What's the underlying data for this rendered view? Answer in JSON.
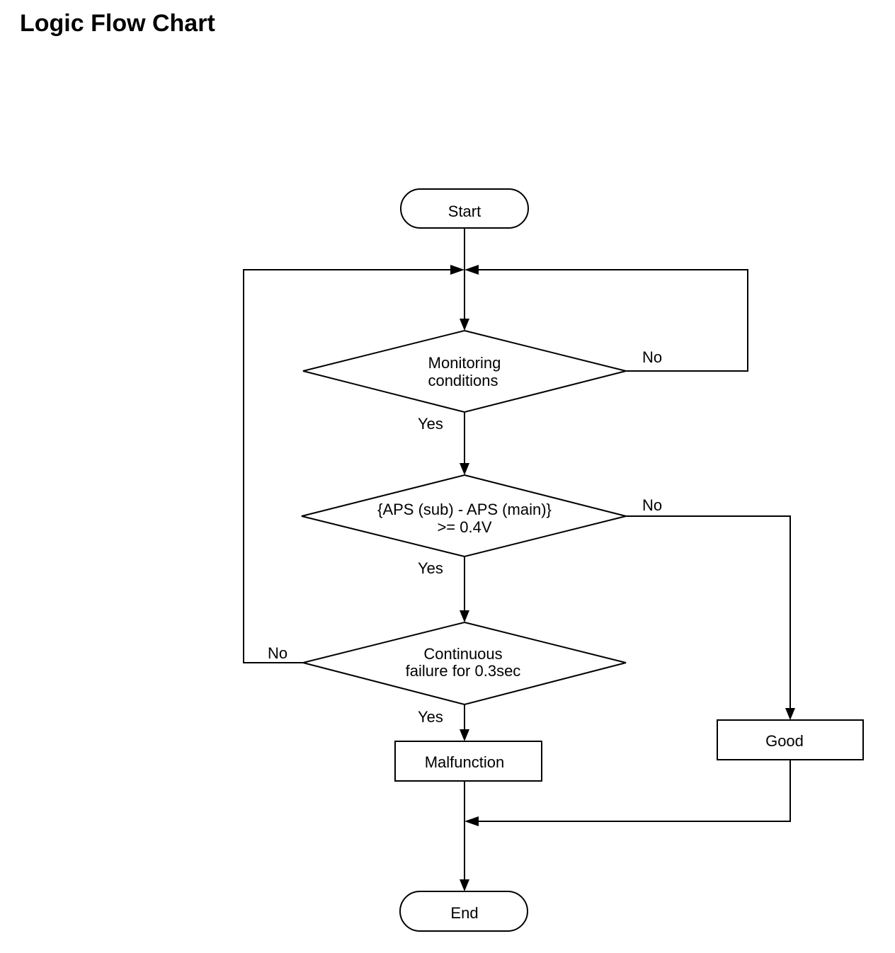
{
  "title": "Logic Flow Chart",
  "nodes": {
    "start": "Start",
    "monitoring_line1": "Monitoring",
    "monitoring_line2": "conditions",
    "aps_line1": "{APS (sub) - APS (main)}",
    "aps_line2": ">= 0.4V",
    "continuous_line1": "Continuous",
    "continuous_line2": "failure for 0.3sec",
    "malfunction": "Malfunction",
    "good": "Good",
    "end": "End"
  },
  "edge_labels": {
    "monitoring_no": "No",
    "monitoring_yes": "Yes",
    "aps_no": "No",
    "aps_yes": "Yes",
    "continuous_no": "No",
    "continuous_yes": "Yes"
  }
}
